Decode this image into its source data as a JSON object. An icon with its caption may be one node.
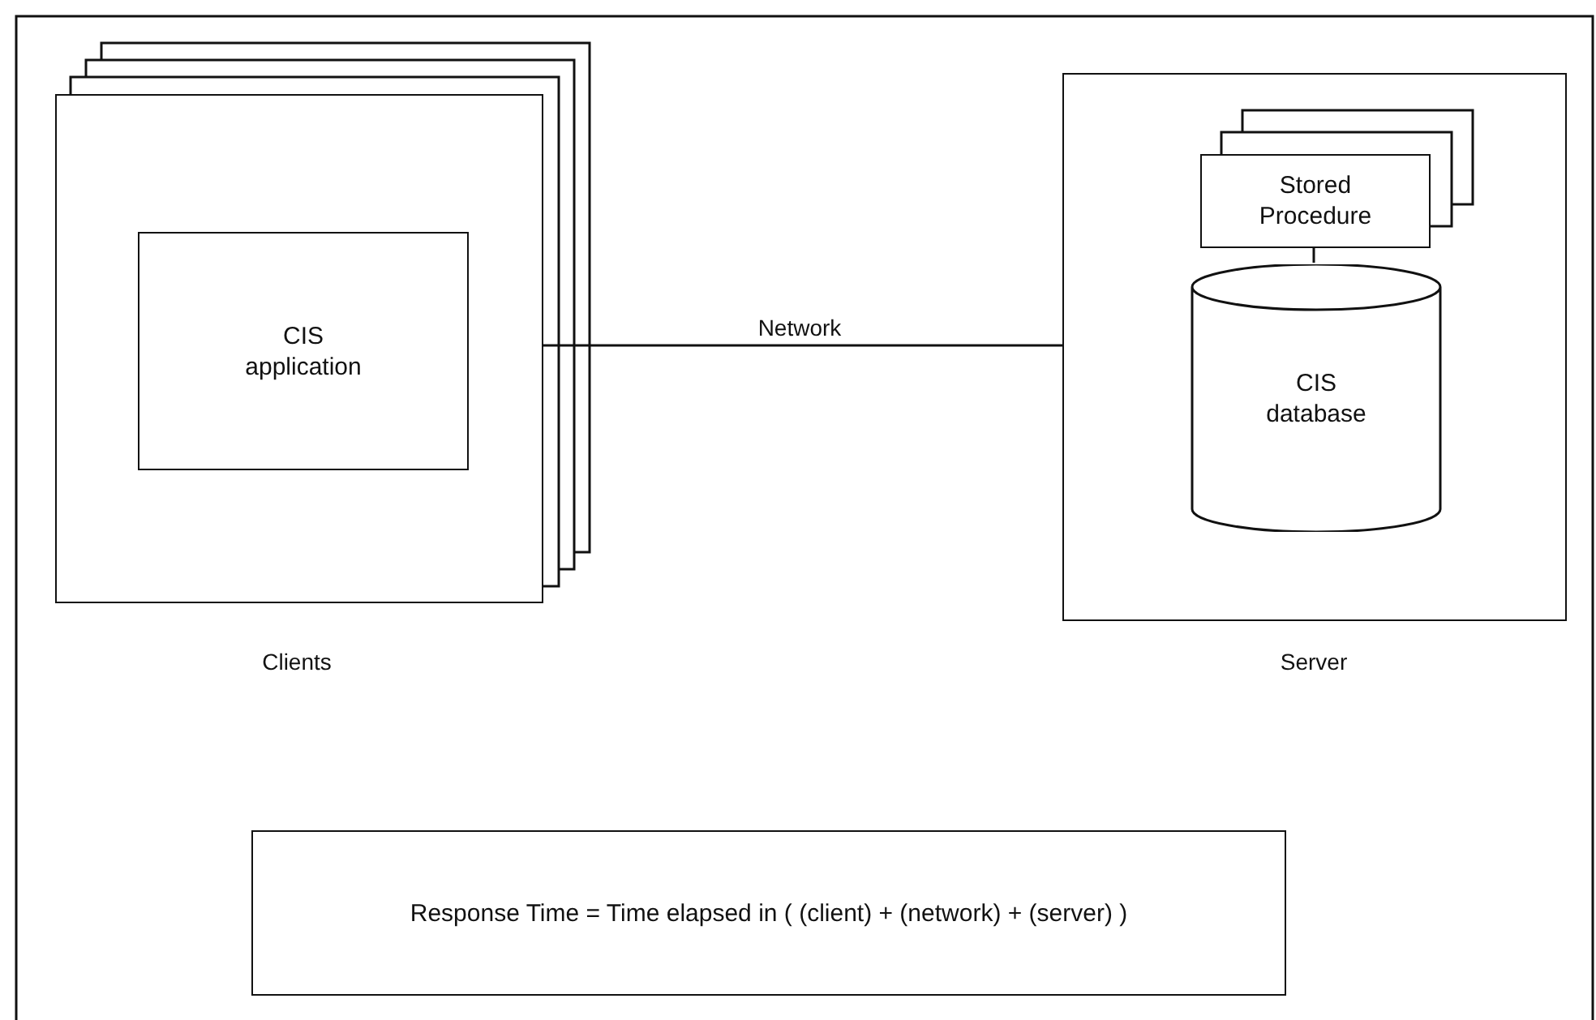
{
  "diagram": {
    "nodes": [
      {
        "text": [],
        "shape": "box",
        "beside": [
          "Clients"
        ]
      },
      {
        "text": [
          "CIS application"
        ],
        "in": 0
      },
      {
        "text": [],
        "shape": "box",
        "beside": [
          "Server"
        ]
      },
      {
        "text": [
          "Stored Procedure"
        ],
        "in": 2
      },
      {
        "text": [
          "CIS database"
        ],
        "in": 2
      },
      {
        "text": [
          "Response Time = Time elapsed in ( (client) + (network) + (server) )"
        ]
      }
    ],
    "edges": [
      {
        "from": 0,
        "to": 2,
        "arrow": "none",
        "label": "Network"
      },
      {
        "from": 3,
        "to": 4,
        "arrow": "none"
      }
    ]
  }
}
